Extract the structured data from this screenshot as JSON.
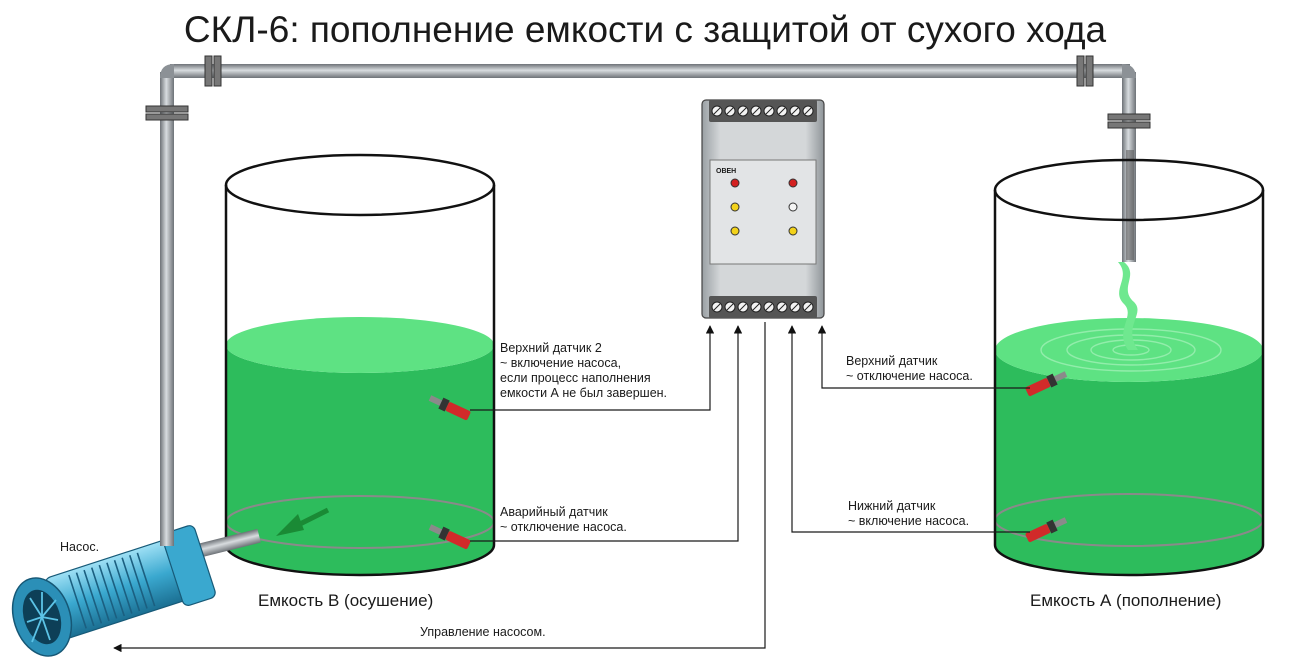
{
  "title": "СКЛ-6: пополнение емкости с защитой от сухого хода",
  "pump": {
    "label": "Насос."
  },
  "tank_b": {
    "caption": "Емкость В (осушение)",
    "upper_sensor": [
      "Верхний датчик 2",
      "~ включение насоса,",
      "если процесс наполнения",
      "емкости А не был завершен."
    ],
    "alarm_sensor": [
      "Аварийный датчик",
      "~ отключение насоса."
    ]
  },
  "tank_a": {
    "caption": "Емкость А (пополнение)",
    "upper_sensor": [
      "Верхний датчик",
      "~ отключение насоса."
    ],
    "lower_sensor": [
      "Нижний датчик",
      "~ включение насоса."
    ]
  },
  "controller": {
    "brand": "ОВЕН",
    "leds": [
      "red",
      "red",
      "yellow",
      "off",
      "yellow",
      "yellow"
    ]
  },
  "pump_control": "Управление насосом.",
  "colors": {
    "water": "#2dbc5c",
    "water_surface": "#5ee283",
    "pipe": "#9aa0a6",
    "pump_body": "#3aa8cf",
    "sensor_red": "#d12a2a"
  }
}
